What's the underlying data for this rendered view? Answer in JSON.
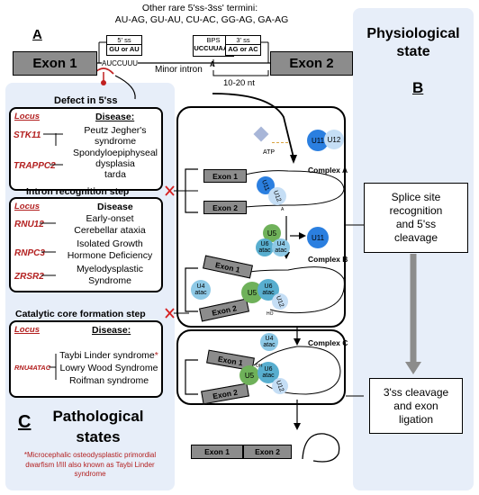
{
  "header": {
    "rare_title": "Other rare 5'ss-3ss' termini:",
    "rare_list": "AU-AG, GU-AU, CU-AC, GG-AG, GA-AG"
  },
  "panel_labels": {
    "a": "A",
    "b": "B",
    "c": "C"
  },
  "gene_diagram": {
    "exon1": "Exon 1",
    "exon2": "Exon 2",
    "ss5_title": "5' ss",
    "ss5_value": "GU or AU",
    "bps_title": "BPS",
    "bps_value": "UCCUUAAC",
    "bps_a": "A",
    "ss3_title": "3' ss",
    "ss3_value": "AG or AC",
    "auccuuu": "AUCCUUU",
    "minor_intron": "Minor intron",
    "distance": "10-20 nt"
  },
  "physiological": {
    "title_line1": "Physiological",
    "title_line2": "state",
    "box1": [
      "Splice site",
      "recognition",
      "and 5'ss",
      "cleavage"
    ],
    "box2": [
      "3'ss cleavage",
      "and exon",
      "ligation"
    ]
  },
  "pathological": {
    "title_line1": "Pathological",
    "title_line2": "states",
    "defect_5ss": "Defect in 5'ss",
    "intron_step": "Intron recognition step",
    "catalytic_step": "Catalytic core formation step",
    "group1": {
      "locus_header": "Locus",
      "disease_header": "Disease:",
      "genes": [
        "STK11",
        "TRAPPC2"
      ],
      "diseases": [
        "Peutz Jegher's",
        "syndrome",
        "Spondyloepiphyseal",
        "dysplasia",
        "tarda"
      ]
    },
    "group2": {
      "locus_header": "Locus",
      "disease_header": "Disease",
      "genes": [
        "RNU12",
        "RNPC3",
        "ZRSR2"
      ],
      "diseases": [
        "Early-onset",
        "Cerebellar ataxia",
        "Isolated Growth",
        "Hormone Deficiency",
        "Myelodysplastic",
        "Syndrome"
      ]
    },
    "group3": {
      "locus_header": "Locus",
      "disease_header": "Disease:",
      "genes": [
        "RNU4ATAC"
      ],
      "diseases": [
        "Taybi Linder syndrome",
        "*",
        "Lowry Wood Syndrome",
        "Roifman syndrome"
      ]
    },
    "footnote": [
      "*Microcephalic osteodysplastic primordial",
      "dwarfism I/III also known as Taybi Linder",
      "syndrome"
    ]
  },
  "splicing": {
    "atp": "ATP",
    "u11": "U11",
    "u12": "U12",
    "complex_a": "Complex A",
    "complex_b": "Complex B",
    "complex_c": "Complex C",
    "exon1": "Exon 1",
    "exon2": "Exon 2",
    "u5": "U5",
    "u6atac": "U6\natac",
    "u4atac": "U4\natac",
    "u6atac_b": "U6\natac",
    "u4atac_b": "U4\natac",
    "u11_b": "U11",
    "u5_b": "U5",
    "u12_b": "U12",
    "u6atac_c": "U6\natac",
    "u4atac_c": "U4\natac",
    "u5_c": "U5",
    "u12_c": "U12",
    "ho": "HO",
    "oh": "OH",
    "a": "A",
    "ligated_exon1": "Exon 1",
    "ligated_exon2": "Exon 2"
  },
  "colors": {
    "panel_bg": "#e7eef9",
    "exon_grey": "#8c8c8c",
    "red_text": "#b32020",
    "red_x": "#d62020",
    "u11_blue": "#2b7fe0",
    "u12_lightblue": "#c5def5",
    "u5_green": "#6fb15a",
    "u6_teal": "#58aecf",
    "u4_lightblue": "#8ec9e6"
  }
}
